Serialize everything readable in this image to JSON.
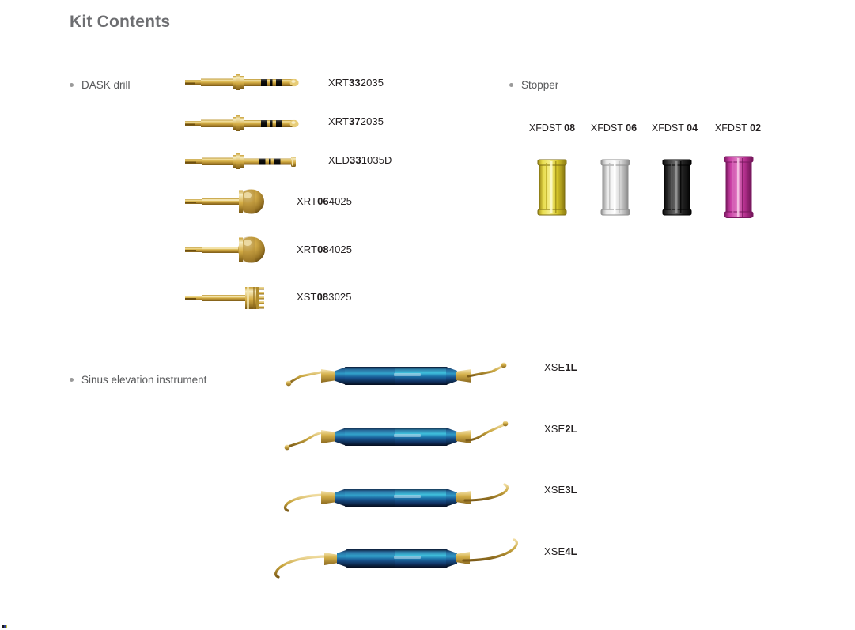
{
  "page": {
    "title": "Kit Contents",
    "background_color": "#ffffff",
    "title_color": "#6d6e71",
    "code_color": "#231f20",
    "bullet_color": "#9a9a9a"
  },
  "sections": {
    "dask_drill": {
      "label": "DASK drill",
      "items": [
        {
          "prefix": "XRT",
          "bold": "33",
          "suffix": "2035",
          "type": "banded-drill"
        },
        {
          "prefix": "XRT",
          "bold": "37",
          "suffix": "2035",
          "type": "banded-drill"
        },
        {
          "prefix": "XED",
          "bold": "33",
          "suffix": "1035D",
          "type": "banded-drill-flat"
        },
        {
          "prefix": "XRT",
          "bold": "06",
          "suffix": "4025",
          "type": "dome-drill"
        },
        {
          "prefix": "XRT",
          "bold": "08",
          "suffix": "4025",
          "type": "dome-drill"
        },
        {
          "prefix": "XST",
          "bold": "08",
          "suffix": "3025",
          "type": "trephine-drill"
        }
      ]
    },
    "stopper": {
      "label": "Stopper",
      "items": [
        {
          "prefix": "XFDST",
          "bold": "08",
          "color": "gold",
          "hex": "#d4bb2e"
        },
        {
          "prefix": "XFDST",
          "bold": "06",
          "color": "silver",
          "hex": "#d8d8d8"
        },
        {
          "prefix": "XFDST",
          "bold": "04",
          "color": "black",
          "hex": "#2b2b2b"
        },
        {
          "prefix": "XFDST",
          "bold": "02",
          "color": "magenta",
          "hex": "#bc3d99"
        }
      ]
    },
    "sinus_elevation_instrument": {
      "label": "Sinus elevation instrument",
      "items": [
        {
          "prefix": "XSE",
          "bold": "1L",
          "tip": "small-ball"
        },
        {
          "prefix": "XSE",
          "bold": "2L",
          "tip": "angled-ball"
        },
        {
          "prefix": "XSE",
          "bold": "3L",
          "tip": "curved-hook"
        },
        {
          "prefix": "XSE",
          "bold": "4L",
          "tip": "long-curve"
        }
      ]
    }
  },
  "colors": {
    "gold_light": "#f0d98a",
    "gold_mid": "#c8a33c",
    "gold_dark": "#8a6d1e",
    "band_black": "#1a1a1a",
    "handle_teal": "#2aa4c4",
    "handle_blue": "#123a6b",
    "handle_dark": "#0d1f3a"
  }
}
